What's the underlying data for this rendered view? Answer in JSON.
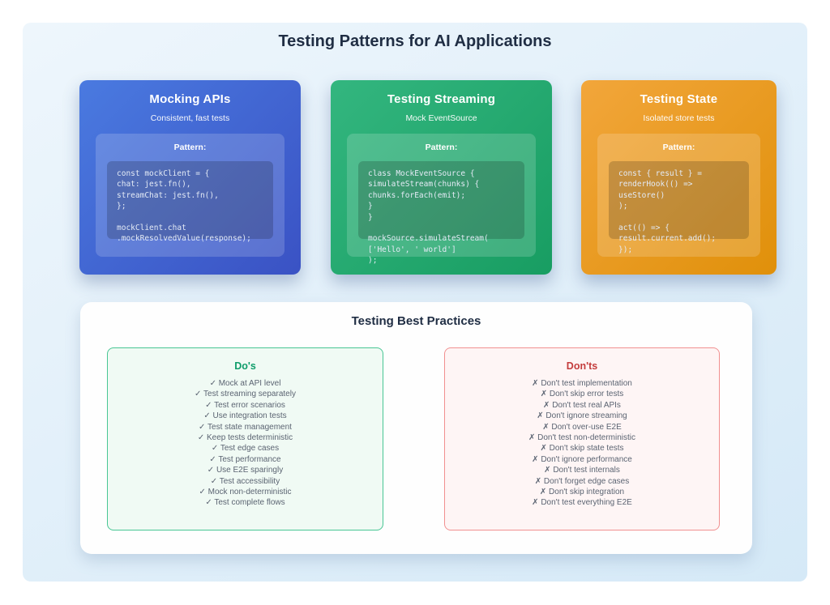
{
  "page": {
    "title": "Testing Patterns for AI Applications"
  },
  "colors": {
    "title-color": "#202e44",
    "panel-grad-a": "#eef6fc",
    "panel-grad-b": "#d5e9f7",
    "dos-border": "#48c694",
    "dos-bg": "#f0faf4",
    "dos-heading": "#0f9d6a",
    "donts-border": "#f19090",
    "donts-bg": "#fef5f5",
    "donts-heading": "#c43d3d",
    "item-color": "#5b6472"
  },
  "cards": [
    {
      "title": "Mocking APIs",
      "subtitle": "Consistent, fast tests",
      "pattern_label": "Pattern:",
      "gradient": [
        "#4a7ae0",
        "#3a52c4"
      ],
      "code_lines": [
        "const mockClient = {",
        "chat: jest.fn(),",
        "streamChat: jest.fn(),",
        "};",
        "",
        "mockClient.chat",
        ".mockResolvedValue(response);"
      ]
    },
    {
      "title": "Testing Streaming",
      "subtitle": "Mock EventSource",
      "pattern_label": "Pattern:",
      "gradient": [
        "#33b67f",
        "#189d62"
      ],
      "code_lines": [
        "class MockEventSource {",
        "simulateStream(chunks) {",
        "chunks.forEach(emit);",
        "}",
        "}",
        "",
        "mockSource.simulateStream(",
        "['Hello', ' world']",
        ");"
      ]
    },
    {
      "title": "Testing State",
      "subtitle": "Isolated store tests",
      "pattern_label": "Pattern:",
      "gradient": [
        "#f2a63b",
        "#e0900a"
      ],
      "code_lines": [
        "const { result } =",
        "renderHook(() =>",
        "useStore()",
        ");",
        "",
        "act(() => {",
        "result.current.add();",
        "});"
      ]
    }
  ],
  "best_practices": {
    "title": "Testing Best Practices",
    "dos": {
      "title": "Do's",
      "mark": "✓",
      "items": [
        "Mock at API level",
        "Test streaming separately",
        "Test error scenarios",
        "Use integration tests",
        "Test state management",
        "Keep tests deterministic",
        "Test edge cases",
        "Test performance",
        "Use E2E sparingly",
        "Test accessibility",
        "Mock non-deterministic",
        "Test complete flows"
      ]
    },
    "donts": {
      "title": "Don'ts",
      "mark": "✗",
      "items": [
        "Don't test implementation",
        "Don't skip error tests",
        "Don't test real APIs",
        "Don't ignore streaming",
        "Don't over-use E2E",
        "Don't test non-deterministic",
        "Don't skip state tests",
        "Don't ignore performance",
        "Don't test internals",
        "Don't forget edge cases",
        "Don't skip integration",
        "Don't test everything E2E"
      ]
    }
  }
}
